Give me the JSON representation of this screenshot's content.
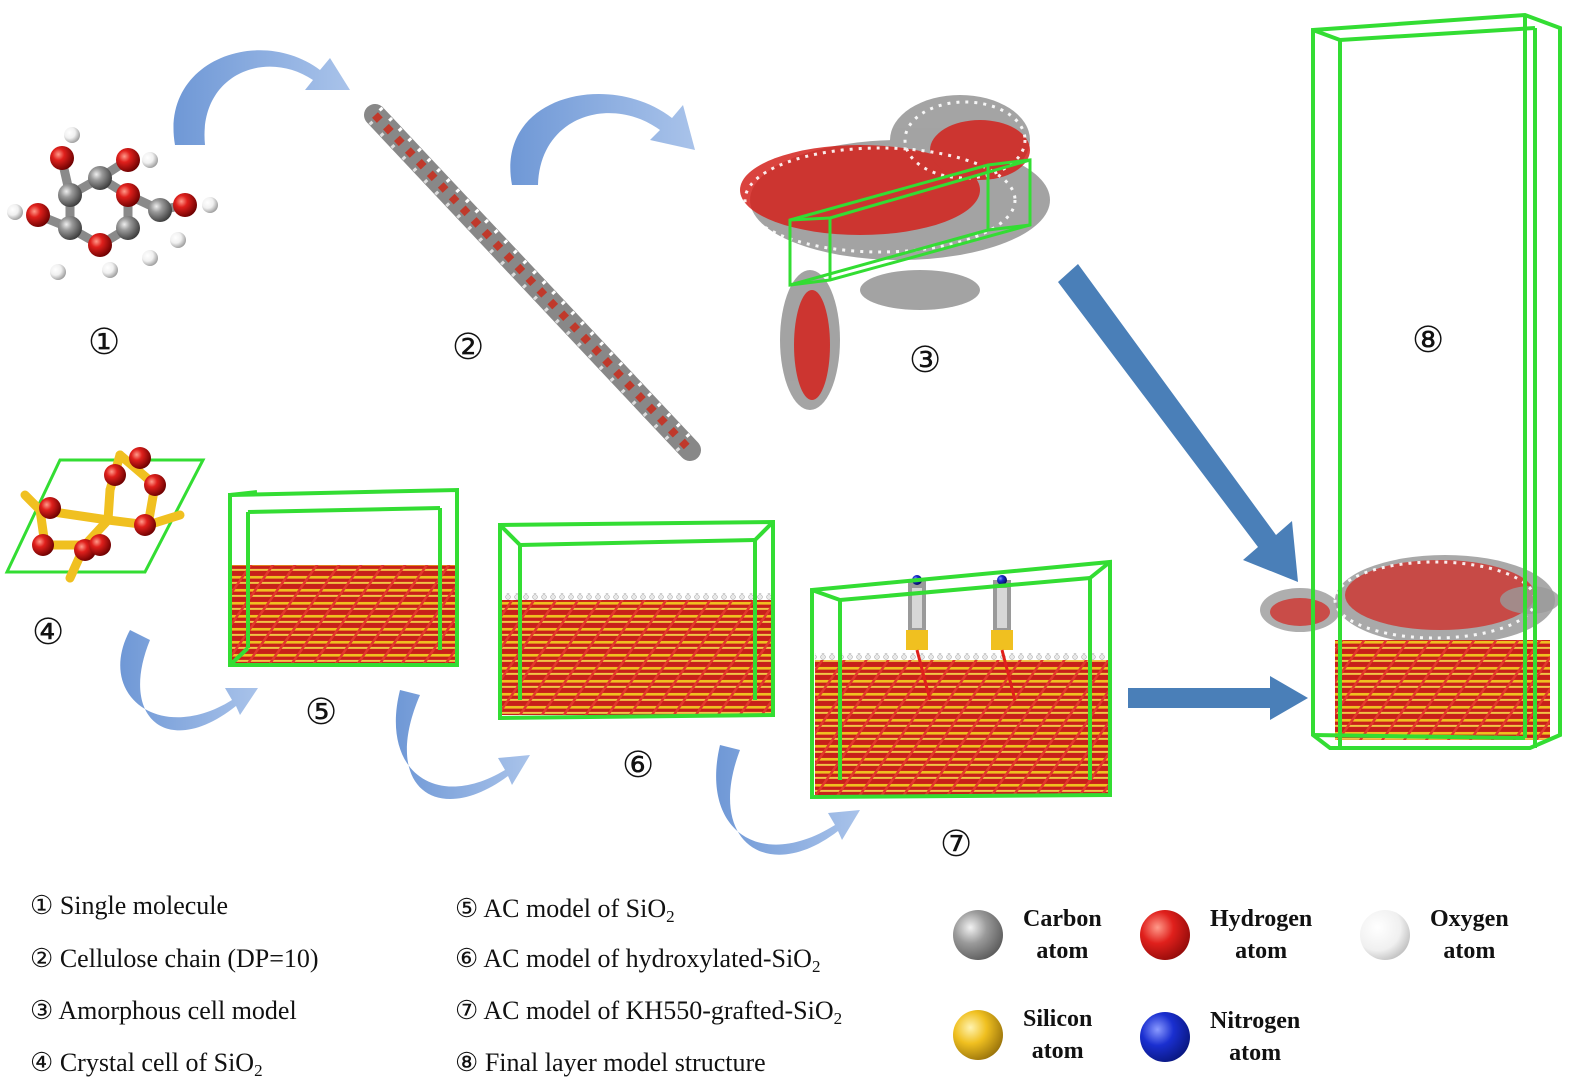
{
  "labels": {
    "m1": "①",
    "m2": "②",
    "m3": "③",
    "m4": "④",
    "m5": "⑤",
    "m6": "⑥",
    "m7": "⑦",
    "m8": "⑧"
  },
  "legend": {
    "items": [
      {
        "num": "①",
        "text": "Single molecule",
        "sub": ""
      },
      {
        "num": "②",
        "text": "Cellulose chain (DP=10)",
        "sub": ""
      },
      {
        "num": "③",
        "text": "Amorphous cell model",
        "sub": ""
      },
      {
        "num": "④",
        "text": " Crystal cell of SiO",
        "sub": "2"
      },
      {
        "num": "⑤",
        "text": "AC model of SiO",
        "sub": "2"
      },
      {
        "num": "⑥",
        "text": "AC model of hydroxylated-SiO",
        "sub": "2"
      },
      {
        "num": "⑦",
        "text": "AC model of KH550-grafted-SiO",
        "sub": "2"
      },
      {
        "num": "⑧",
        "text": "Final layer model structure",
        "sub": ""
      }
    ]
  },
  "atoms": [
    {
      "line1": "Carbon",
      "line2": "atom",
      "color": "#8a8a8a"
    },
    {
      "line1": "Hydrogen",
      "line2": "atom",
      "color": "#e0201c"
    },
    {
      "line1": "Oxygen",
      "line2": "atom",
      "color": "#f2f2f2"
    },
    {
      "line1": "Silicon",
      "line2": "atom",
      "color": "#f0c020"
    },
    {
      "line1": "Nitrogen",
      "line2": "atom",
      "color": "#1a2fd0"
    }
  ],
  "colors": {
    "cell_box": "#33dd33",
    "curved_arrow": "#7ea6dd",
    "straight_arrow": "#4a7fb8",
    "slab_red": "#d8221c",
    "slab_yellow": "#f0c020",
    "carbon": "#8a8a8a",
    "oxygen_red": "#e0201c",
    "hydrogen_white": "#f4f4f4",
    "nitrogen_blue": "#1a2fd0"
  }
}
